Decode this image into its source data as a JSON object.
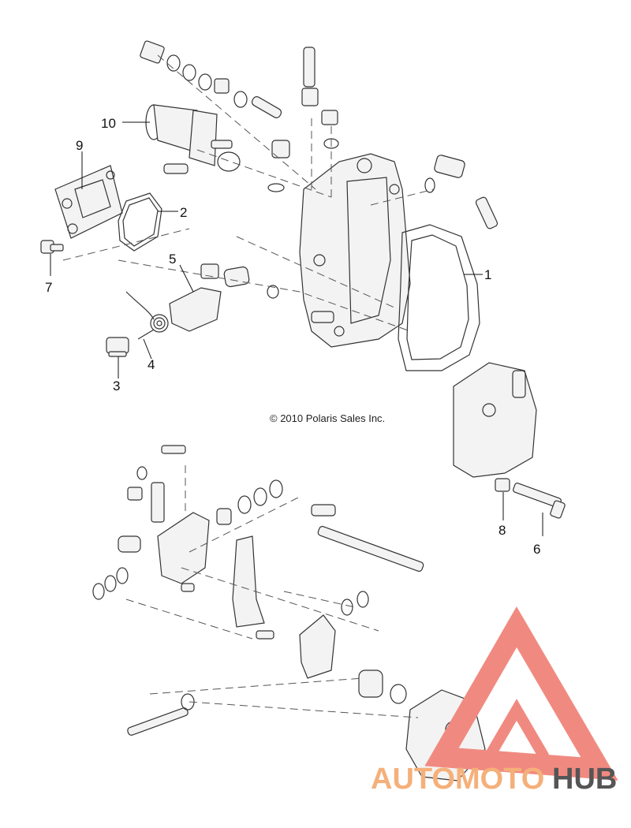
{
  "copyright": "© 2010 Polaris Sales Inc.",
  "callouts": [
    {
      "id": "1",
      "label": "1"
    },
    {
      "id": "2",
      "label": "2"
    },
    {
      "id": "3",
      "label": "3"
    },
    {
      "id": "4",
      "label": "4"
    },
    {
      "id": "5",
      "label": "5"
    },
    {
      "id": "6",
      "label": "6"
    },
    {
      "id": "7",
      "label": "7"
    },
    {
      "id": "8",
      "label": "8"
    },
    {
      "id": "9",
      "label": "9"
    },
    {
      "id": "10",
      "label": "10"
    }
  ],
  "watermark": {
    "part1": "AUTOMOTO",
    "part2": "HUB",
    "color_triangle": "#f08a80",
    "color_text": "#f5b07a",
    "color_hub": "#555555"
  }
}
